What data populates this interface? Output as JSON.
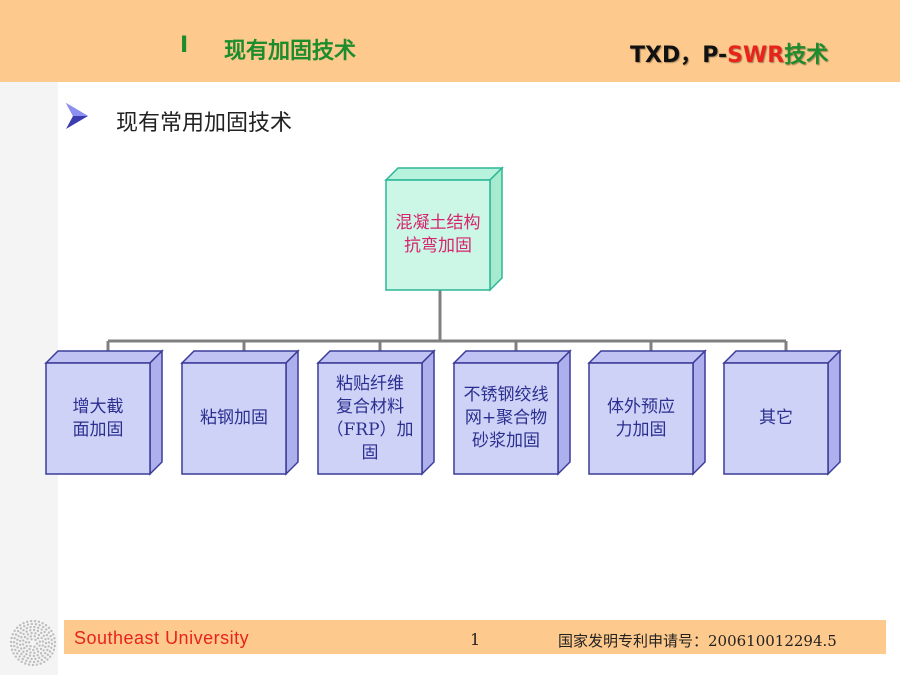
{
  "header": {
    "section_number": "I",
    "title": "现有加固技术",
    "brand_part1": "TXD",
    "brand_sep": "，",
    "brand_part2": "P-",
    "brand_part3": "SWR",
    "brand_part4": "技术"
  },
  "bullet": {
    "icon": "arrow-bullet-icon",
    "text": "现有常用加固技术"
  },
  "diagram": {
    "root_lines": [
      "混凝土结构",
      "抗弯加固"
    ],
    "children": [
      {
        "lines": [
          "增大截",
          "面加固"
        ]
      },
      {
        "lines": [
          "粘钢加固"
        ]
      },
      {
        "lines": [
          "粘贴纤维",
          "复合材料",
          "（FRP）加",
          "固"
        ]
      },
      {
        "lines": [
          "不锈钢绞线",
          "网+聚合物",
          "砂浆加固"
        ]
      },
      {
        "lines": [
          "体外预应",
          "力加固"
        ]
      },
      {
        "lines": [
          "其它"
        ]
      }
    ]
  },
  "footer": {
    "university": "Southeast  University",
    "page_number": "1",
    "patent": "国家发明专利申请号：200610012294.5"
  },
  "colors": {
    "header_bg": "#fdc98c",
    "root_face": "#ccf7e6",
    "root_edge": "#2bb795",
    "root_text": "#d6246e",
    "child_face": "#cfd2f7",
    "child_edge": "#3b3c98",
    "child_text": "#2b2f8f",
    "connector": "#808080"
  }
}
